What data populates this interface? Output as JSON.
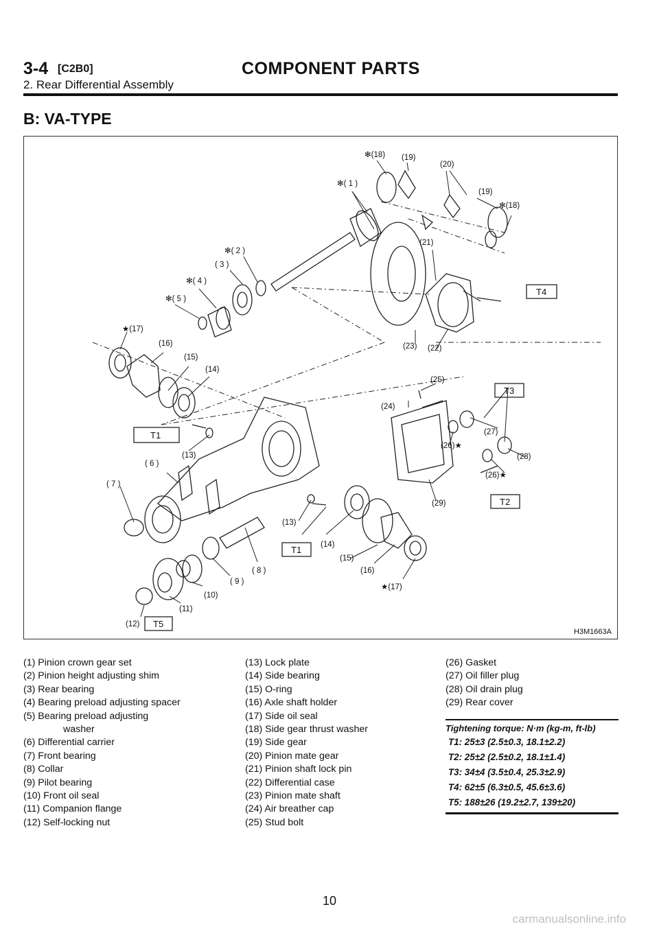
{
  "header": {
    "section_number": "3-4",
    "section_code": "[C2B0]",
    "page_title": "COMPONENT PARTS",
    "subtitle": "2. Rear Differential Assembly"
  },
  "section_heading": "B: VA-TYPE",
  "figure": {
    "id": "H3M1663A",
    "callouts": [
      "✻(18)",
      "(19)",
      "(20)",
      "✻( 1 )",
      "(19)",
      "✻(18)",
      "✻( 2 )",
      "(21)",
      "( 3 )",
      "✻( 4 )",
      "✻( 5 )",
      "★(17)",
      "(16)",
      "(15)",
      "(14)",
      "(23)",
      "(22)",
      "(25)",
      "(24)",
      "(27)",
      "(26)★",
      "(28)",
      "(26)★",
      "(29)",
      "(13)",
      "( 6 )",
      "( 7 )",
      "(13)",
      "(14)",
      "(15)",
      "(16)",
      "★(17)",
      "( 8 )",
      "( 9 )",
      "(10)",
      "(11)",
      "(12)"
    ],
    "torque_boxes": [
      "T4",
      "T3",
      "T1",
      "T2",
      "T1",
      "T5"
    ]
  },
  "legend": {
    "col1": [
      "(1) Pinion crown gear set",
      "(2) Pinion height adjusting shim",
      "(3) Rear bearing",
      "(4) Bearing preload adjusting spacer",
      "(5) Bearing preload adjusting",
      "washer",
      "(6) Differential carrier",
      "(7) Front bearing",
      "(8) Collar",
      "(9) Pilot bearing",
      "(10) Front oil seal",
      "(11) Companion flange",
      "(12) Self-locking nut"
    ],
    "col2": [
      "(13) Lock plate",
      "(14) Side bearing",
      "(15) O-ring",
      "(16) Axle shaft holder",
      "(17) Side oil seal",
      "(18) Side gear thrust washer",
      "(19) Side gear",
      "(20) Pinion mate gear",
      "(21) Pinion shaft lock pin",
      "(22) Differential case",
      "(23) Pinion mate shaft",
      "(24) Air breather cap",
      "(25) Stud bolt"
    ],
    "col3": [
      "(26) Gasket",
      "(27) Oil filler plug",
      "(28) Oil drain plug",
      "(29) Rear cover"
    ]
  },
  "torque": {
    "title": "Tightening torque: N·m (kg-m, ft-lb)",
    "items": [
      "T1: 25±3 (2.5±0.3, 18.1±2.2)",
      "T2: 25±2 (2.5±0.2, 18.1±1.4)",
      "T3: 34±4 (3.5±0.4, 25.3±2.9)",
      "T4: 62±5 (6.3±0.5, 45.6±3.6)",
      "T5: 188±26 (19.2±2.7, 139±20)"
    ]
  },
  "page_number": "10",
  "watermark": "carmanualsonline.info"
}
